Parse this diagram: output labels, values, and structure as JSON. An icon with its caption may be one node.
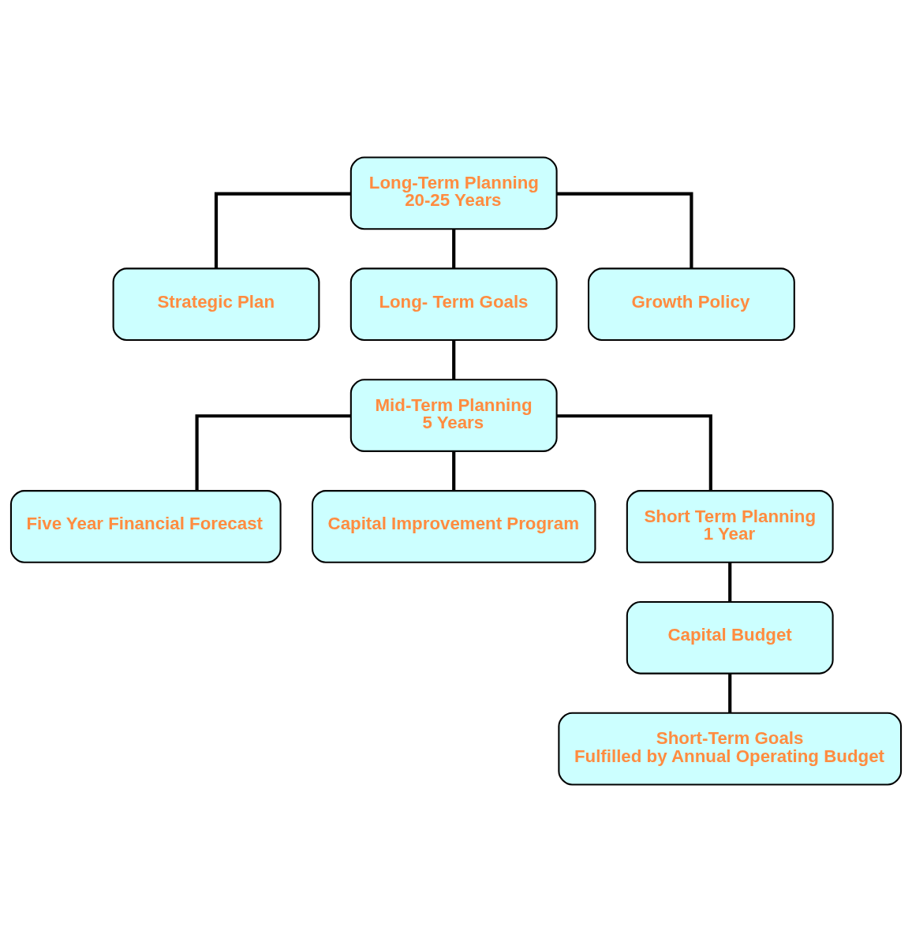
{
  "diagram": {
    "nodes": [
      {
        "text": [
          "Long-Term Planning",
          "20-25 Years"
        ]
      },
      {
        "text": [
          "Strategic Plan"
        ]
      },
      {
        "text": [
          "Long- Term Goals"
        ]
      },
      {
        "text": [
          "Growth Policy"
        ]
      },
      {
        "text": [
          "Mid-Term Planning",
          "5 Years"
        ]
      },
      {
        "text": [
          "Five Year Financial Forecast"
        ]
      },
      {
        "text": [
          "Capital Improvement Program"
        ]
      },
      {
        "text": [
          "Short Term Planning",
          "1 Year"
        ]
      },
      {
        "text": [
          "Capital Budget"
        ]
      },
      {
        "text": [
          "Short-Term Goals",
          "Fulfilled by Annual Operating Budget"
        ]
      }
    ],
    "edges": [
      {
        "from": 0,
        "to": 1,
        "arrow": "none"
      },
      {
        "from": 0,
        "to": 2,
        "arrow": "none"
      },
      {
        "from": 0,
        "to": 3,
        "arrow": "none"
      },
      {
        "from": 2,
        "to": 4,
        "arrow": "none"
      },
      {
        "from": 4,
        "to": 5,
        "arrow": "none"
      },
      {
        "from": 4,
        "to": 6,
        "arrow": "none"
      },
      {
        "from": 4,
        "to": 7,
        "arrow": "none"
      },
      {
        "from": 7,
        "to": 8,
        "arrow": "none"
      },
      {
        "from": 8,
        "to": 9,
        "arrow": "none"
      }
    ]
  }
}
